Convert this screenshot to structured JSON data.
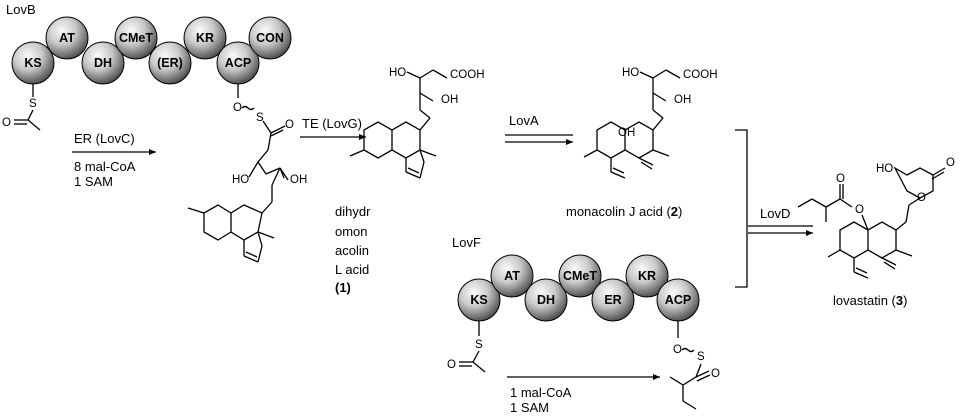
{
  "labels": {
    "lovb": "LovB",
    "lovf": "LovF",
    "step1_top": "ER (LovC)",
    "step1_b1": "8 mal-CoA",
    "step1_b2": "1 SAM",
    "step2": "TE (LovG)",
    "step3": "LovA",
    "step4": "LovD",
    "lovf_b1": "1 mal-CoA",
    "lovf_b2": "1 SAM",
    "cmpd1_l1": "dihydr",
    "cmpd1_l2": "omon",
    "cmpd1_l3": "acolin",
    "cmpd1_l4": "L acid",
    "cmpd1_num": "(1)",
    "cmpd2_name": "monacolin J acid (",
    "cmpd2_num": "2",
    "cmpd3_name": "lovastatin (",
    "cmpd3_num": "3",
    "close_paren": ")"
  },
  "domains_lovb": [
    "KS",
    "AT",
    "DH",
    "CMeT",
    "(ER)",
    "KR",
    "ACP",
    "CON"
  ],
  "domains_lovf": [
    "KS",
    "AT",
    "DH",
    "CMeT",
    "ER",
    "KR",
    "ACP"
  ],
  "atoms": {
    "S": "S",
    "O": "O",
    "HO": "HO",
    "OH": "OH",
    "COOH": "COOH"
  },
  "colors": {
    "sphere_light": "#f5f5f5",
    "sphere_dark": "#3a3a3a",
    "line": "#000000"
  }
}
